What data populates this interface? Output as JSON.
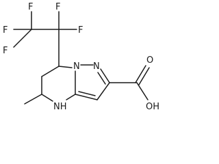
{
  "molecule": {
    "atom_labels": {
      "f1": "F",
      "f2": "F",
      "f3": "F",
      "f4": "F",
      "f5": "F",
      "n_bridge": "N",
      "n_pyrazole": "N",
      "nh": "NH",
      "o_carbonyl": "O",
      "oh": "OH"
    }
  }
}
